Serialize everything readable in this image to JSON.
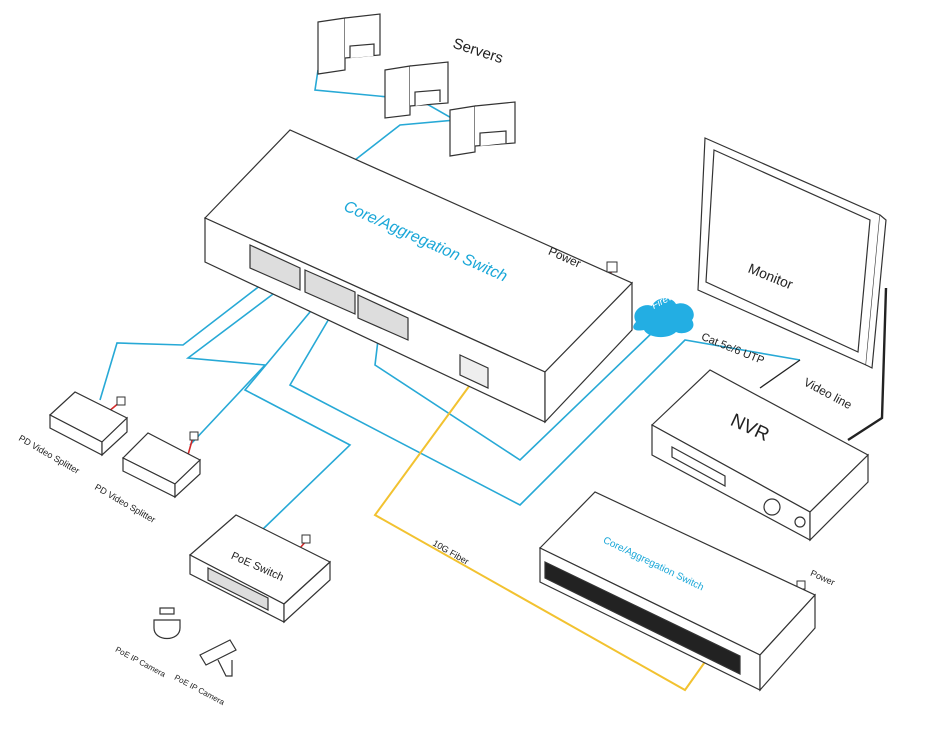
{
  "labels": {
    "servers": "Servers",
    "core_switch_main": "Core/Aggregation Switch",
    "core_switch_secondary": "Core/Aggregation Switch",
    "power_main": "Power",
    "power_secondary": "Power",
    "firewall": "Firewall",
    "monitor": "Monitor",
    "nvr": "NVR",
    "cat_cable": "Cat.5e/6 UTP",
    "video_line": "Video line",
    "fiber": "10G Fiber",
    "pd_splitter_1": "PD Video Splitter",
    "pd_splitter_2": "PD Video Splitter",
    "poe_switch": "PoE Switch",
    "poe_camera_1": "PoE IP Camera",
    "poe_camera_2": "PoE IP Camera"
  },
  "colors": {
    "utp_line": "#27a9d6",
    "fiber_line": "#f2c230",
    "power_line": "#d42a2a",
    "firewall_cloud": "#23aee3",
    "device_stroke": "#333333"
  }
}
